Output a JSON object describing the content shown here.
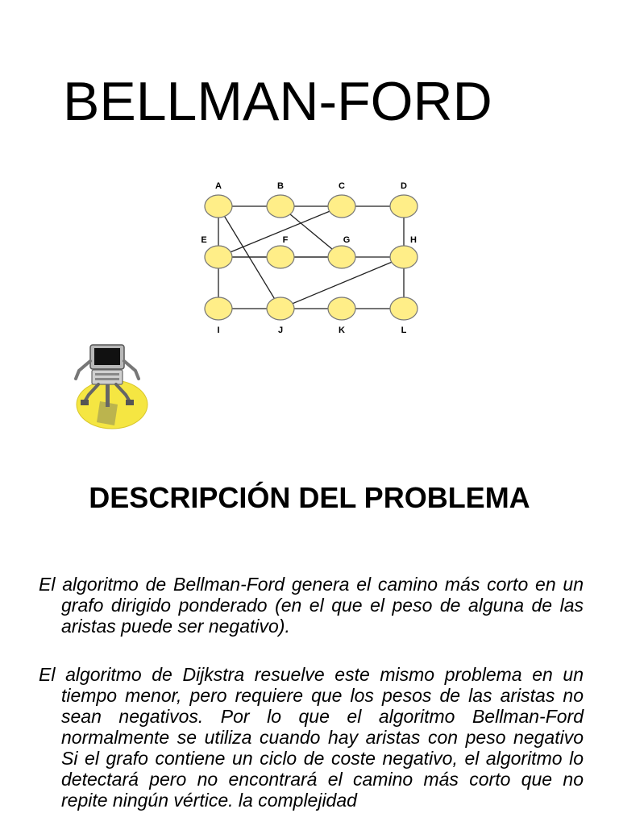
{
  "slide": {
    "title": "BELLMAN-FORD",
    "subtitle": "DESCRIPCIÓN DEL PROBLEMA"
  },
  "graph": {
    "nodes": [
      "A",
      "B",
      "C",
      "D",
      "E",
      "F",
      "G",
      "H",
      "I",
      "J",
      "K",
      "L"
    ],
    "node_color": "#ffee88",
    "edges": [
      [
        "A",
        "B"
      ],
      [
        "B",
        "C"
      ],
      [
        "C",
        "D"
      ],
      [
        "A",
        "E"
      ],
      [
        "E",
        "I"
      ],
      [
        "D",
        "H"
      ],
      [
        "H",
        "L"
      ],
      [
        "E",
        "F"
      ],
      [
        "F",
        "G"
      ],
      [
        "G",
        "H"
      ],
      [
        "I",
        "J"
      ],
      [
        "J",
        "K"
      ],
      [
        "K",
        "L"
      ],
      [
        "A",
        "J"
      ],
      [
        "E",
        "C"
      ],
      [
        "B",
        "G"
      ],
      [
        "E",
        "G"
      ],
      [
        "J",
        "H"
      ]
    ]
  },
  "paragraphs": [
    "El algoritmo de Bellman-Ford genera el camino más corto en un grafo dirigido ponderado (en el que el peso de alguna de las aristas puede ser negativo).",
    "El algoritmo de Dijkstra resuelve este mismo problema en un tiempo menor, pero requiere que los pesos de las aristas no sean negativos. Por lo que el algoritmo Bellman-Ford normalmente se utiliza cuando hay aristas con peso negativo Si el grafo contiene un ciclo de coste negativo, el algoritmo lo detectará pero no encontrará el camino más corto que no repite ningún vértice. la complejidad"
  ],
  "colors": {
    "robot_base": "#f5e642",
    "text": "#000000"
  }
}
